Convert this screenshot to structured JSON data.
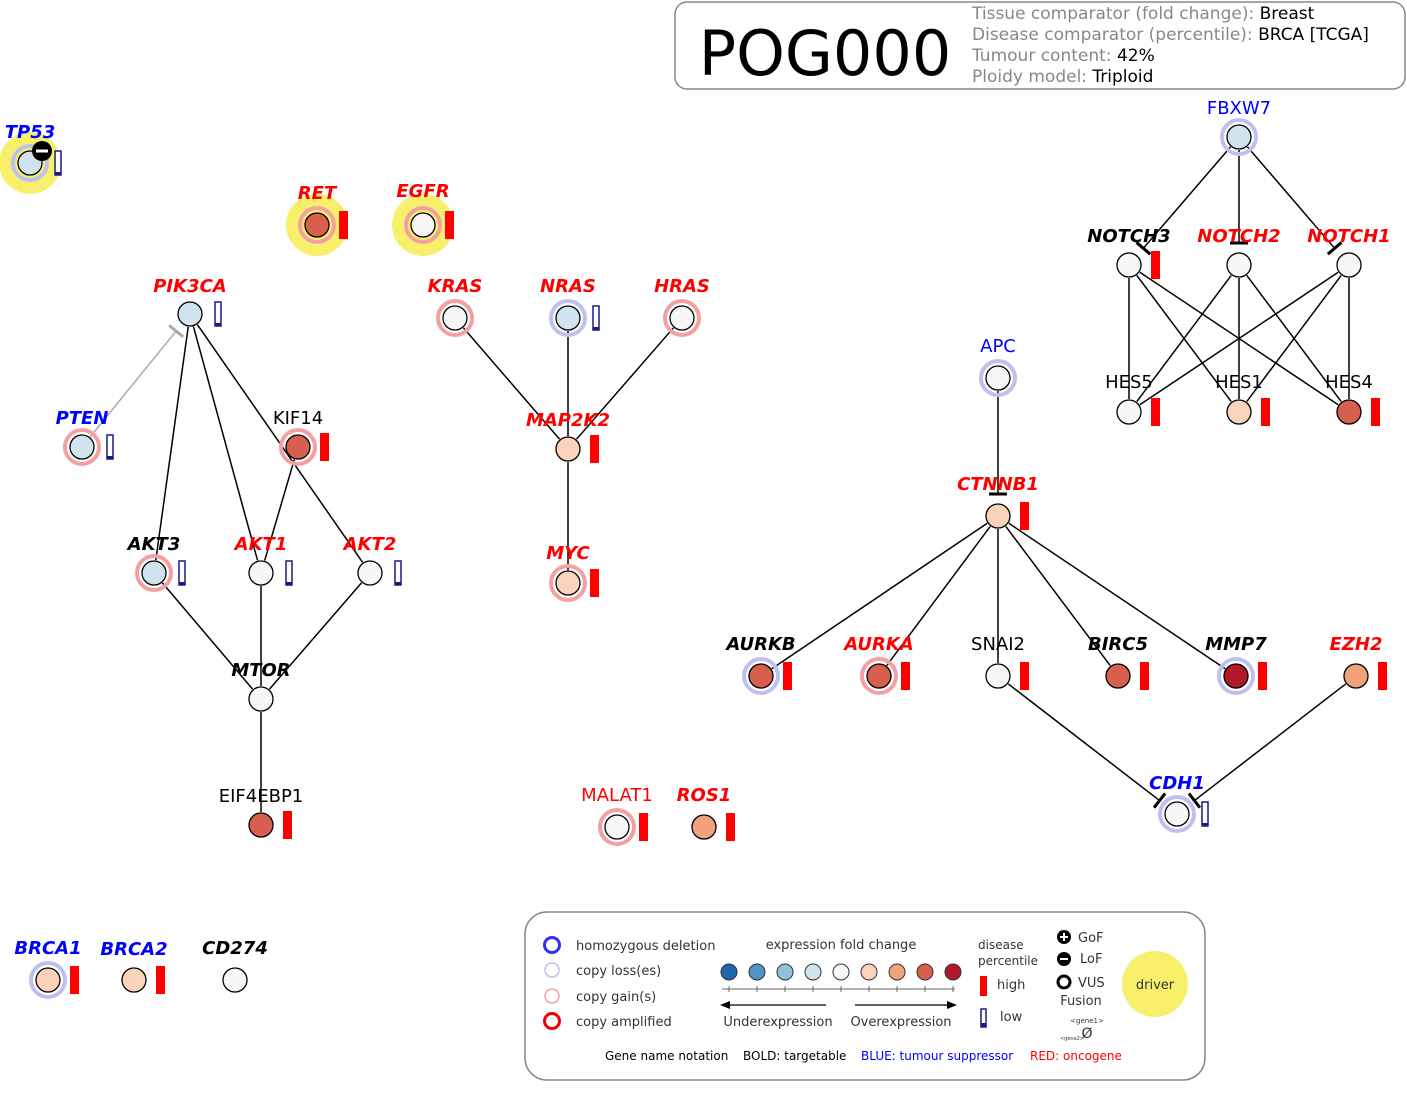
{
  "header": {
    "sample_id": "POG000",
    "rows": [
      {
        "label": "Tissue comparator (fold change): ",
        "value": "Breast"
      },
      {
        "label": "Disease comparator (percentile): ",
        "value": "BRCA [TCGA]"
      },
      {
        "label": "Tumour content: ",
        "value": "42%"
      },
      {
        "label": "Ploidy model: ",
        "value": "Triploid"
      }
    ]
  },
  "colors": {
    "tumour_suppressor": "#0000ff",
    "oncogene": "#ff0000",
    "neutral": "#000000",
    "driver": "#f8f06a",
    "loss_ring": "#c0c0f0",
    "gain_ring": "#f4a0a0",
    "deletion_ring": "#3030f0",
    "amplified_ring": "#ee0000",
    "bar_high": "#ff0000",
    "bar_low": "#1a1a80",
    "expression_scale": [
      "#2166ac",
      "#4f93c7",
      "#8fc1dc",
      "#d0e3ef",
      "#f7f7f7",
      "#fbd3bc",
      "#f1a17b",
      "#d6604d",
      "#b2182b"
    ]
  },
  "genes": [
    {
      "name": "TP53",
      "role": "suppressor",
      "bold": true,
      "italic": true,
      "fill": "#d0e3ef",
      "ring": "loss",
      "bar": "low",
      "driver": true,
      "mark": "LoF"
    },
    {
      "name": "RET",
      "role": "oncogene",
      "bold": true,
      "italic": true,
      "fill": "#d6604d",
      "ring": "gain",
      "bar": "high",
      "driver": true
    },
    {
      "name": "EGFR",
      "role": "oncogene",
      "bold": true,
      "italic": true,
      "fill": "#f7f7f7",
      "ring": "gain",
      "bar": "high",
      "driver": true
    },
    {
      "name": "FBXW7",
      "role": "suppressor",
      "bold": false,
      "italic": false,
      "fill": "#d0e3ef",
      "ring": "loss",
      "bar": null
    },
    {
      "name": "NOTCH3",
      "role": "neutral",
      "bold": true,
      "italic": true,
      "fill": "#f7f7f7",
      "ring": "none",
      "bar": "high"
    },
    {
      "name": "NOTCH2",
      "role": "oncogene",
      "bold": true,
      "italic": true,
      "fill": "#f7f7f7",
      "ring": "none",
      "bar": null
    },
    {
      "name": "NOTCH1",
      "role": "oncogene",
      "bold": true,
      "italic": true,
      "fill": "#f7f7f7",
      "ring": "none",
      "bar": null
    },
    {
      "name": "HES5",
      "role": "neutral",
      "bold": false,
      "italic": false,
      "fill": "#f7f7f7",
      "ring": "none",
      "bar": "high"
    },
    {
      "name": "HES1",
      "role": "neutral",
      "bold": false,
      "italic": false,
      "fill": "#fbd3bc",
      "ring": "none",
      "bar": "high"
    },
    {
      "name": "HES4",
      "role": "neutral",
      "bold": false,
      "italic": false,
      "fill": "#d6604d",
      "ring": "none",
      "bar": "high"
    },
    {
      "name": "PIK3CA",
      "role": "oncogene",
      "bold": true,
      "italic": true,
      "fill": "#d0e3ef",
      "ring": "none",
      "bar": "low"
    },
    {
      "name": "KRAS",
      "role": "oncogene",
      "bold": true,
      "italic": true,
      "fill": "#f7f7f7",
      "ring": "gain",
      "bar": null
    },
    {
      "name": "NRAS",
      "role": "oncogene",
      "bold": true,
      "italic": true,
      "fill": "#d0e3ef",
      "ring": "loss",
      "bar": "low"
    },
    {
      "name": "HRAS",
      "role": "oncogene",
      "bold": true,
      "italic": true,
      "fill": "#f7f7f7",
      "ring": "gain",
      "bar": null
    },
    {
      "name": "APC",
      "role": "suppressor",
      "bold": false,
      "italic": false,
      "fill": "#f7f7f7",
      "ring": "loss",
      "bar": null
    },
    {
      "name": "PTEN",
      "role": "suppressor",
      "bold": true,
      "italic": true,
      "fill": "#d0e3ef",
      "ring": "gain",
      "bar": "low"
    },
    {
      "name": "KIF14",
      "role": "neutral",
      "bold": false,
      "italic": false,
      "fill": "#d6604d",
      "ring": "gain",
      "bar": "high"
    },
    {
      "name": "MAP2K2",
      "role": "oncogene",
      "bold": true,
      "italic": true,
      "fill": "#fbd3bc",
      "ring": "none",
      "bar": "high"
    },
    {
      "name": "CTNNB1",
      "role": "oncogene",
      "bold": true,
      "italic": true,
      "fill": "#fbd3bc",
      "ring": "none",
      "bar": "high"
    },
    {
      "name": "AKT3",
      "role": "neutral",
      "bold": true,
      "italic": true,
      "fill": "#d0e3ef",
      "ring": "gain",
      "bar": "low"
    },
    {
      "name": "AKT1",
      "role": "oncogene",
      "bold": true,
      "italic": true,
      "fill": "#f7f7f7",
      "ring": "none",
      "bar": "low"
    },
    {
      "name": "AKT2",
      "role": "oncogene",
      "bold": true,
      "italic": true,
      "fill": "#f7f7f7",
      "ring": "none",
      "bar": "low"
    },
    {
      "name": "MYC",
      "role": "oncogene",
      "bold": true,
      "italic": true,
      "fill": "#fbd3bc",
      "ring": "gain",
      "bar": "high"
    },
    {
      "name": "AURKB",
      "role": "neutral",
      "bold": true,
      "italic": true,
      "fill": "#d6604d",
      "ring": "loss",
      "bar": "high"
    },
    {
      "name": "AURKA",
      "role": "oncogene",
      "bold": true,
      "italic": true,
      "fill": "#d6604d",
      "ring": "gain",
      "bar": "high"
    },
    {
      "name": "SNAI2",
      "role": "neutral",
      "bold": false,
      "italic": false,
      "fill": "#f7f7f7",
      "ring": "none",
      "bar": "high"
    },
    {
      "name": "BIRC5",
      "role": "neutral",
      "bold": true,
      "italic": true,
      "fill": "#d6604d",
      "ring": "none",
      "bar": "high"
    },
    {
      "name": "MMP7",
      "role": "neutral",
      "bold": true,
      "italic": true,
      "fill": "#b2182b",
      "ring": "loss",
      "bar": "high"
    },
    {
      "name": "EZH2",
      "role": "oncogene",
      "bold": true,
      "italic": true,
      "fill": "#f1a17b",
      "ring": "none",
      "bar": "high"
    },
    {
      "name": "MTOR",
      "role": "neutral",
      "bold": true,
      "italic": true,
      "fill": "#f7f7f7",
      "ring": "none",
      "bar": null
    },
    {
      "name": "CDH1",
      "role": "suppressor",
      "bold": true,
      "italic": true,
      "fill": "#f7f7f7",
      "ring": "loss",
      "bar": "low"
    },
    {
      "name": "EIF4EBP1",
      "role": "neutral",
      "bold": false,
      "italic": false,
      "fill": "#d6604d",
      "ring": "none",
      "bar": "high"
    },
    {
      "name": "MALAT1",
      "role": "oncogene",
      "bold": false,
      "italic": false,
      "fill": "#f7f7f7",
      "ring": "gain",
      "bar": "high"
    },
    {
      "name": "ROS1",
      "role": "oncogene",
      "bold": true,
      "italic": true,
      "fill": "#f1a17b",
      "ring": "none",
      "bar": "high"
    },
    {
      "name": "BRCA1",
      "role": "suppressor",
      "bold": true,
      "italic": true,
      "fill": "#fbd3bc",
      "ring": "loss",
      "bar": "high"
    },
    {
      "name": "BRCA2",
      "role": "suppressor",
      "bold": true,
      "italic": true,
      "fill": "#fbd3bc",
      "ring": "none",
      "bar": "high"
    },
    {
      "name": "CD274",
      "role": "neutral",
      "bold": true,
      "italic": true,
      "fill": "#f7f7f7",
      "ring": "none",
      "bar": null
    }
  ],
  "edges": [
    {
      "from": "FBXW7",
      "to": "NOTCH3",
      "type": "inhibit"
    },
    {
      "from": "FBXW7",
      "to": "NOTCH2",
      "type": "inhibit"
    },
    {
      "from": "FBXW7",
      "to": "NOTCH1",
      "type": "inhibit"
    },
    {
      "from": "NOTCH3",
      "to": "HES5",
      "type": "line"
    },
    {
      "from": "NOTCH3",
      "to": "HES1",
      "type": "line"
    },
    {
      "from": "NOTCH3",
      "to": "HES4",
      "type": "line"
    },
    {
      "from": "NOTCH2",
      "to": "HES5",
      "type": "line"
    },
    {
      "from": "NOTCH2",
      "to": "HES1",
      "type": "line"
    },
    {
      "from": "NOTCH2",
      "to": "HES4",
      "type": "line"
    },
    {
      "from": "NOTCH1",
      "to": "HES5",
      "type": "line"
    },
    {
      "from": "NOTCH1",
      "to": "HES1",
      "type": "line"
    },
    {
      "from": "NOTCH1",
      "to": "HES4",
      "type": "line"
    },
    {
      "from": "PTEN",
      "to": "PIK3CA",
      "type": "inhibit"
    },
    {
      "from": "PIK3CA",
      "to": "AKT3",
      "type": "line"
    },
    {
      "from": "PIK3CA",
      "to": "AKT1",
      "type": "line"
    },
    {
      "from": "KIF14",
      "to": "AKT1",
      "type": "line"
    },
    {
      "from": "PIK3CA",
      "to": "AKT2",
      "type": "line"
    },
    {
      "from": "AKT3",
      "to": "MTOR",
      "type": "line"
    },
    {
      "from": "AKT1",
      "to": "MTOR",
      "type": "line"
    },
    {
      "from": "AKT2",
      "to": "MTOR",
      "type": "line"
    },
    {
      "from": "MTOR",
      "to": "EIF4EBP1",
      "type": "line"
    },
    {
      "from": "KRAS",
      "to": "MAP2K2",
      "type": "line"
    },
    {
      "from": "NRAS",
      "to": "MAP2K2",
      "type": "line"
    },
    {
      "from": "HRAS",
      "to": "MAP2K2",
      "type": "line"
    },
    {
      "from": "MAP2K2",
      "to": "MYC",
      "type": "line"
    },
    {
      "from": "APC",
      "to": "CTNNB1",
      "type": "inhibit"
    },
    {
      "from": "CTNNB1",
      "to": "AURKB",
      "type": "line"
    },
    {
      "from": "CTNNB1",
      "to": "AURKA",
      "type": "line"
    },
    {
      "from": "CTNNB1",
      "to": "SNAI2",
      "type": "line"
    },
    {
      "from": "CTNNB1",
      "to": "BIRC5",
      "type": "line"
    },
    {
      "from": "CTNNB1",
      "to": "MMP7",
      "type": "line"
    },
    {
      "from": "SNAI2",
      "to": "CDH1",
      "type": "inhibit"
    },
    {
      "from": "EZH2",
      "to": "CDH1",
      "type": "inhibit"
    }
  ],
  "legend": {
    "rings": [
      {
        "label": "homozygous deletion",
        "key": "deletion"
      },
      {
        "label": "copy loss(es)",
        "key": "loss"
      },
      {
        "label": "copy gain(s)",
        "key": "gain"
      },
      {
        "label": "copy amplified",
        "key": "amplified"
      }
    ],
    "expression_title": "expression fold change",
    "underexpression": "Underexpression",
    "overexpression": "Overexpression",
    "disease_percentile_title_1": "disease",
    "disease_percentile_title_2": "percentile",
    "high": "high",
    "low": "low",
    "gof": "GoF",
    "lof": "LoF",
    "vus": "VUS",
    "fusion": "Fusion",
    "fusion_gene1": "<gene1>",
    "fusion_gene2": "<gene2>",
    "fusion_symbol": "Ø",
    "driver": "driver",
    "notation_label": "Gene name notation",
    "bold_label": "BOLD: targetable",
    "blue_label": "BLUE: tumour suppressor",
    "red_label": "RED: oncogene"
  }
}
